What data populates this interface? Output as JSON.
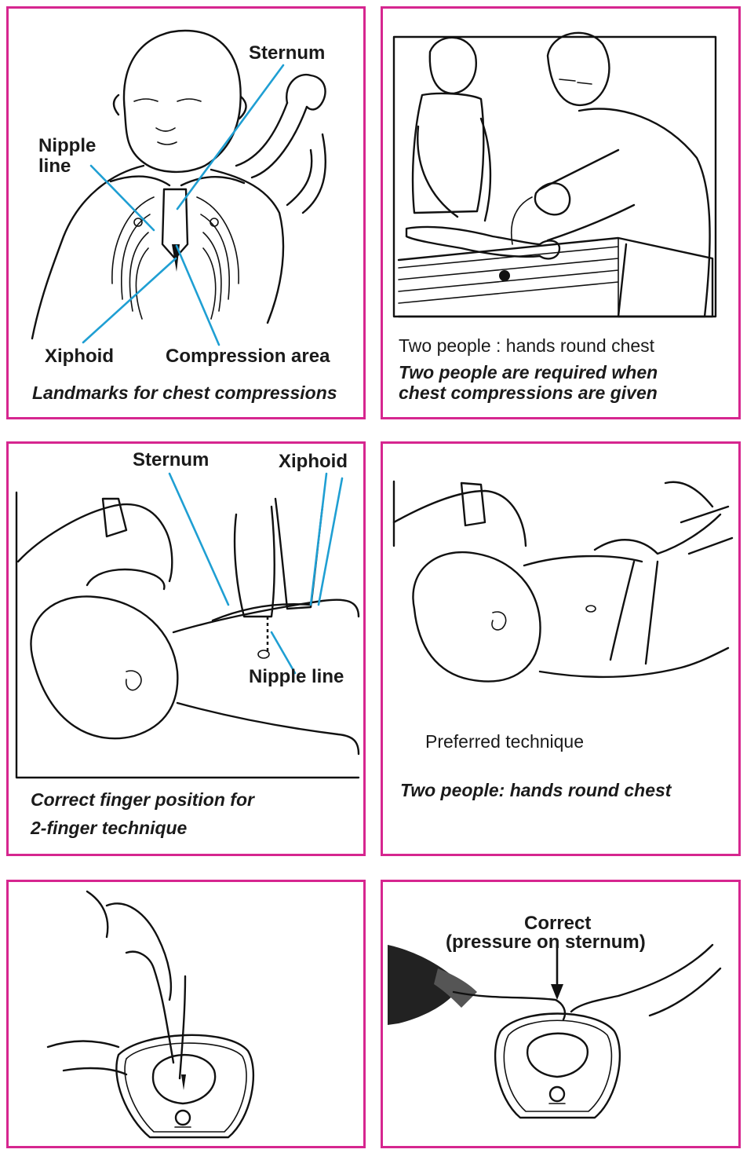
{
  "panels": {
    "landmarks": {
      "labels": {
        "sternum": "Sternum",
        "nipple_line": "Nipple\nline",
        "xiphoid": "Xiphoid",
        "compression_area": "Compression area"
      },
      "caption": "Landmarks for chest compressions"
    },
    "two_people_resus": {
      "subtitle": "Two people : hands round chest",
      "caption_line1": "Two people are required when",
      "caption_line2": "chest compressions are given"
    },
    "finger_position": {
      "labels": {
        "sternum": "Sternum",
        "xiphoid": "Xiphoid",
        "nipple_line": "Nipple line"
      },
      "caption_line1": "Correct finger position for",
      "caption_line2": "2-finger technique"
    },
    "hands_round_chest": {
      "subtitle": "Preferred technique",
      "caption": "Two people: hands round chest"
    },
    "finger_cross_section": {},
    "thumb_cross_section": {
      "label_line1": "Correct",
      "label_line2": "(pressure on sternum)"
    }
  },
  "colors": {
    "panel_border": "#d6268f",
    "leader_line": "#1f9fd3",
    "ink": "#111111"
  }
}
